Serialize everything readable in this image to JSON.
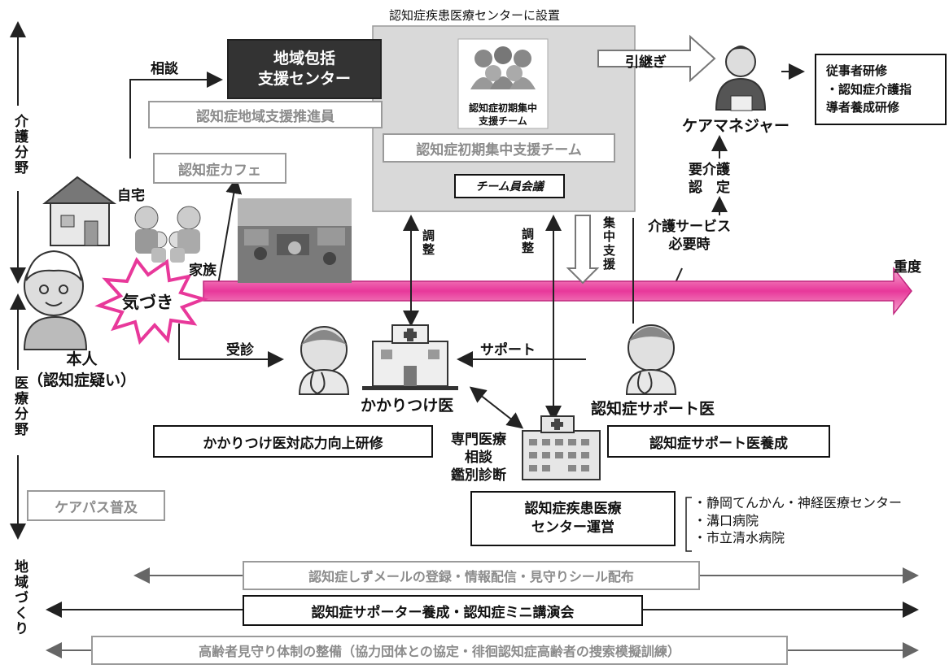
{
  "axis": {
    "kaigo": "介護分野",
    "iryo": "医療分野",
    "chiiki": "地域づくり"
  },
  "center_header": "認知症疾患医療センターに設置",
  "houkatsu": "地域包括\n支援センター",
  "soudan": "相談",
  "suishinin": "認知症地域支援推進員",
  "cafe": "認知症カフェ",
  "jitaku": "自宅",
  "kazoku": "家族",
  "kizuki": "気づき",
  "honnin": "本人\n（認知症疑い）",
  "team_caption": "認知症初期集中\n支援チーム",
  "team_label": "認知症初期集中支援チーム",
  "team_meeting": "チーム員会議",
  "hikitsugi": "引継ぎ",
  "caremanager": "ケアマネジャー",
  "training": "従事者研修\n・認知症介護指\n導者養成研修",
  "youkaigo": "要介護\n認　定",
  "service": "介護サービス\n必要時",
  "juudo": "重度",
  "chousei1": "調整",
  "chousei2": "調整",
  "shuuchuu": "集中支援",
  "jushin": "受診",
  "support": "サポート",
  "kakaritsuke": "かかりつけ医",
  "support_doctor": "認知症サポート医",
  "kakaritsuke_training": "かかりつけ医対応力向上研修",
  "support_doctor_training": "認知症サポート医養成",
  "senmon": "専門医療\n相談\n鑑別診断",
  "careplan": "ケアパス普及",
  "center_operation": "認知症疾患医療\nセンター運営",
  "hospitals": [
    "・静岡てんかん・神経医療センター",
    "・溝口病院",
    "・市立清水病院"
  ],
  "row1": "認知症しずメールの登録・情報配信・見守りシール配布",
  "row2": "認知症サポーター養成・認知症ミニ講演会",
  "row3": "高齢者見守り体制の整備（協力団体との協定・徘徊認知症高齢者の捜索模擬訓練）",
  "colors": {
    "pink": "#e8389a",
    "pink_light": "#f7a9d0",
    "gray_panel": "#d9d9d9"
  }
}
